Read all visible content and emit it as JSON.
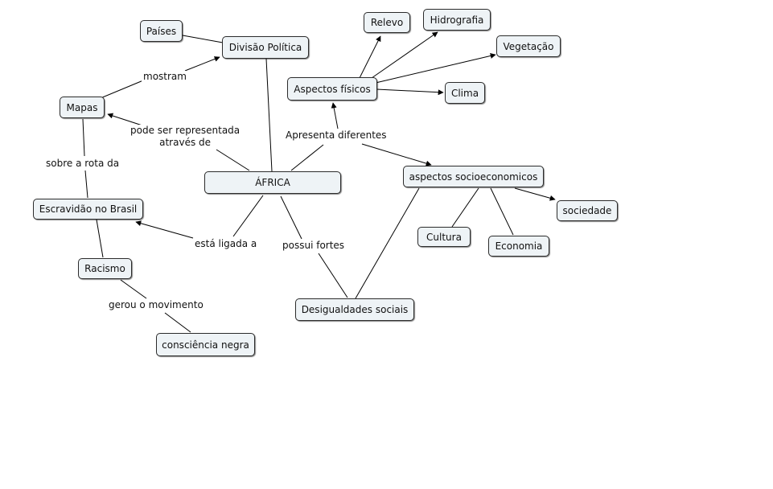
{
  "concepts": {
    "africa": "ÁFRICA",
    "divisao_politica": "Divisão Política",
    "paises": "Países",
    "mapas": "Mapas",
    "escravidao_brasil": "Escravidão no Brasil",
    "racismo": "Racismo",
    "consciencia_negra": "consciência negra",
    "aspectos_fisicos": "Aspectos físicos",
    "relevo": "Relevo",
    "hidrografia": "Hidrografia",
    "vegetacao": "Vegetação",
    "clima": "Clima",
    "aspectos_socioeconomicos": "aspectos socioeconomicos",
    "cultura": "Cultura",
    "economia": "Economia",
    "sociedade": "sociedade",
    "desigualdades_sociais": "Desigualdades sociais"
  },
  "linking_phrases": {
    "mostram": "mostram",
    "pode_ser_representada": "pode ser representada\natravés de",
    "sobre_a_rota_da": "sobre a rota da",
    "apresenta_diferentes": "Apresenta diferentes",
    "esta_ligada_a": "está ligada a",
    "possui_fortes": "possui fortes",
    "gerou_o_movimento": "gerou o movimento"
  }
}
